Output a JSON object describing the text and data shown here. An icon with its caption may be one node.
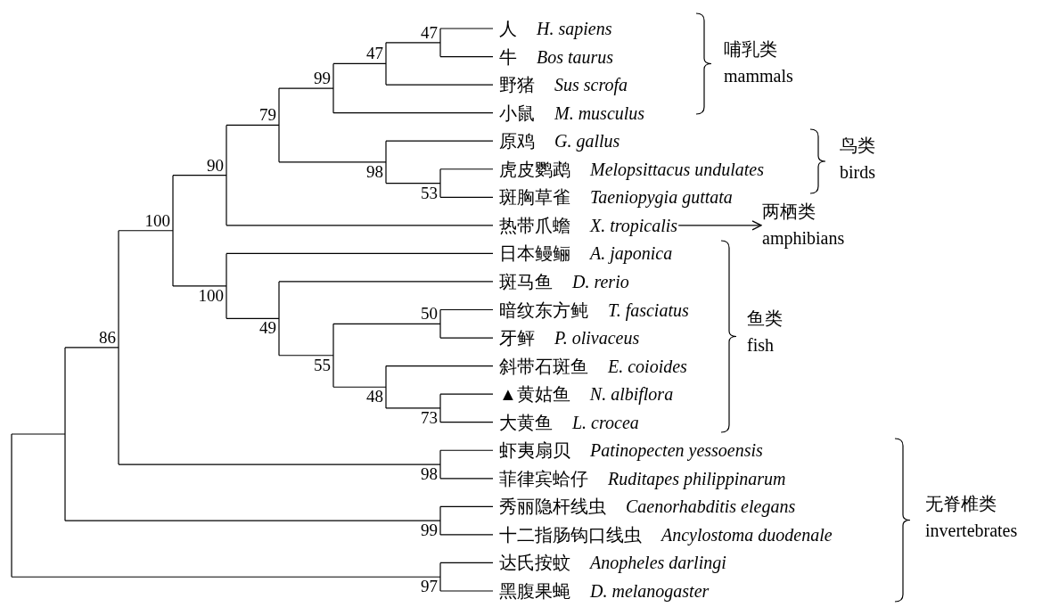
{
  "diagram": {
    "nodes": [
      {
        "text": [
          "人",
          "H. sapiens"
        ]
      },
      {
        "text": [
          "牛",
          "Bos taurus"
        ]
      },
      {
        "text": [
          "野猪",
          "Sus scrofa"
        ]
      },
      {
        "text": [
          "小鼠",
          "M. musculus"
        ]
      },
      {
        "text": [
          "原鸡",
          "G. gallus"
        ]
      },
      {
        "text": [
          "虎皮鹦鹉",
          "Melopsittacus undulates"
        ]
      },
      {
        "text": [
          "斑胸草雀",
          "Taeniopygia guttata"
        ]
      },
      {
        "text": [
          "热带爪蟾",
          "X. tropicalis"
        ]
      },
      {
        "text": [
          "日本鳗鲡",
          "A. japonica"
        ]
      },
      {
        "text": [
          "斑马鱼",
          "D. rerio"
        ]
      },
      {
        "text": [
          "暗纹东方鲀",
          "T. fasciatus"
        ]
      },
      {
        "text": [
          "牙鲆",
          "P. olivaceus"
        ]
      },
      {
        "text": [
          "斜带石斑鱼",
          "E. coioides"
        ]
      },
      {
        "text": [
          "▲黄姑鱼",
          "N. albiflora"
        ]
      },
      {
        "text": [
          "大黄鱼",
          "L. crocea"
        ]
      },
      {
        "text": [
          "虾夷扇贝",
          "Patinopecten yessoensis"
        ]
      },
      {
        "text": [
          "菲律宾蛤仔",
          "Ruditapes philippinarum"
        ]
      },
      {
        "text": [
          "秀丽隐杆线虫",
          "Caenorhabditis elegans"
        ]
      },
      {
        "text": [
          "十二指肠钩口线虫",
          "Ancylostoma duodenale"
        ]
      },
      {
        "text": [
          "达氏按蚊",
          "Anopheles darlingi"
        ]
      },
      {
        "text": [
          "黑腹果蝇",
          "D. melanogaster"
        ]
      },
      {
        "text": [
          "两栖类",
          "amphibians"
        ]
      }
    ],
    "edges": [
      {
        "from": 7,
        "to": 21,
        "arrow": "to"
      }
    ],
    "labels": [
      "47",
      "47",
      "99",
      "79",
      "90",
      "98",
      "53",
      "100",
      "100",
      "50",
      "49",
      "86",
      "55",
      "48",
      "73",
      "98",
      "99",
      "97",
      "哺乳类",
      "mammals",
      "鸟类",
      "birds",
      "鱼类",
      "fish",
      "无脊椎类",
      "invertebrates"
    ]
  }
}
